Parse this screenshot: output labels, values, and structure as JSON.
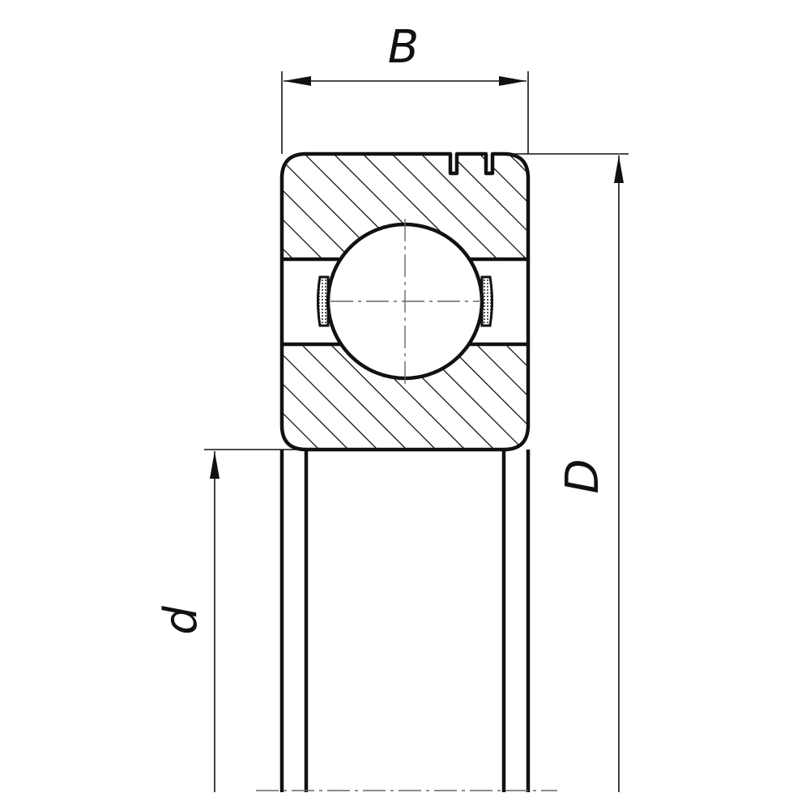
{
  "dimensions": {
    "width_label": "B",
    "outer_diameter_label": "D",
    "bore_diameter_label": "d"
  },
  "colors": {
    "line": "#111111",
    "centerline": "#666666",
    "seal_fill": "#bdbdbd",
    "background": "#ffffff"
  }
}
